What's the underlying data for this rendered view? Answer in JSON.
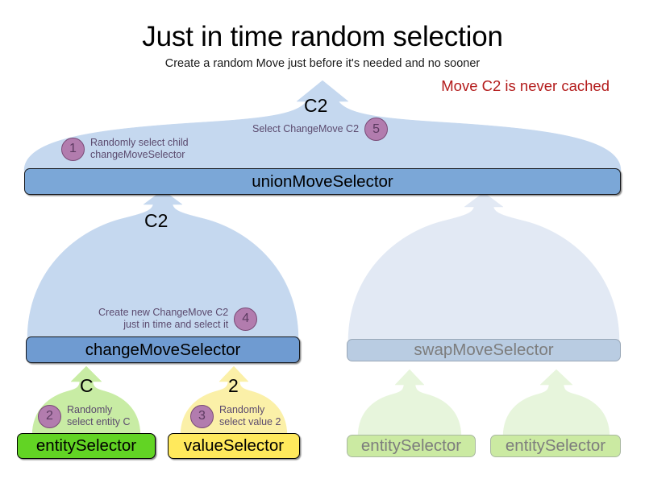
{
  "header": {
    "title": "Just in time random selection",
    "subtitle": "Create a random Move just before it's needed and no sooner",
    "note": "Move C2 is never cached",
    "note_color": "#b31b1b"
  },
  "nodes": {
    "union": {
      "label": "unionMoveSelector",
      "fill": "#7ba7d7",
      "active": true
    },
    "change": {
      "label": "changeMoveSelector",
      "fill": "#6f9bd1",
      "active": true
    },
    "swap": {
      "label": "swapMoveSelector",
      "fill": "#b9cce2",
      "active": false
    },
    "entity": {
      "label": "entitySelector",
      "fill": "#62d424",
      "active": true
    },
    "value": {
      "label": "valueSelector",
      "fill": "#ffe95c",
      "active": true
    },
    "ghost_entity_1": {
      "label": "entitySelector",
      "fill": "#cbeaa2",
      "active": false
    },
    "ghost_entity_2": {
      "label": "entitySelector",
      "fill": "#cbeaa2",
      "active": false
    }
  },
  "flows": {
    "union_out": {
      "label": "C2",
      "fill": "#c5d8ef"
    },
    "change_out": {
      "label": "C2",
      "fill": "#c5d8ef"
    },
    "entity_out": {
      "label": "C",
      "fill": "#c8eca4"
    },
    "value_out": {
      "label": "2",
      "fill": "#fbf0a8"
    },
    "swap_out": {
      "label": "",
      "fill": "#e2e9f4"
    },
    "ghost_entity_1_out": {
      "label": "",
      "fill": "#e7f5dc"
    },
    "ghost_entity_2_out": {
      "label": "",
      "fill": "#e7f5dc"
    }
  },
  "annotations": [
    {
      "id": 1,
      "number": "1",
      "lines": [
        "Randomly select child",
        "changeMoveSelector"
      ]
    },
    {
      "id": 5,
      "number": "5",
      "lines": [
        "Select ChangeMove C2"
      ]
    },
    {
      "id": 4,
      "number": "4",
      "lines": [
        "Create new ChangeMove C2",
        "just in time and select it"
      ]
    },
    {
      "id": 2,
      "number": "2",
      "lines": [
        "Randomly",
        "select entity C"
      ]
    },
    {
      "id": 3,
      "number": "3",
      "lines": [
        "Randomly",
        "select value 2"
      ]
    }
  ],
  "palette": {
    "badge_fill": "#b27cae",
    "badge_stroke": "#7a4b77",
    "annot_text": "#5b4a6e",
    "inactive_text": "#7d7d7d"
  }
}
